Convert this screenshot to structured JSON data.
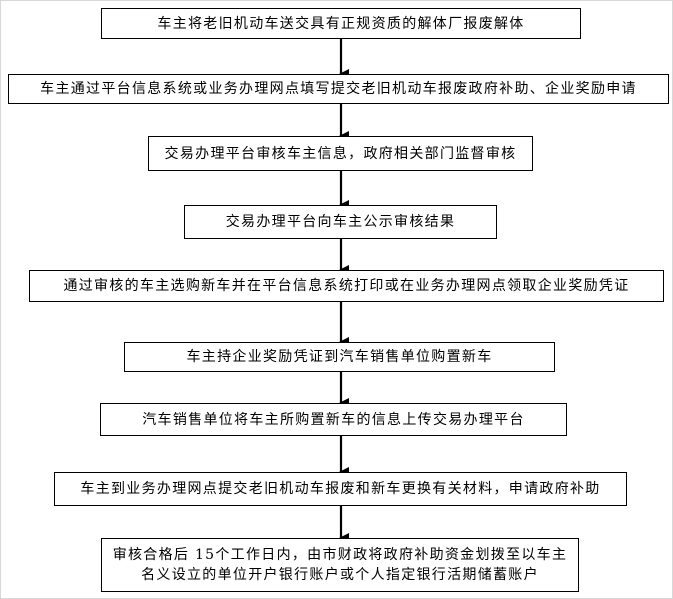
{
  "steps": [
    {
      "text": "车主将老旧机动车送交具有正规资质的解体厂报废解体"
    },
    {
      "text": "车主通过平台信息系统或业务办理网点填写提交老旧机动车报废政府补助、企业奖励申请"
    },
    {
      "text": "交易办理平台审核车主信息，政府相关部门监督审核"
    },
    {
      "text": "交易办理平台向车主公示审核结果"
    },
    {
      "text": "通过审核的车主选购新车并在平台信息系统打印或在业务办理网点领取企业奖励凭证"
    },
    {
      "text": "车主持企业奖励凭证到汽车销售单位购置新车"
    },
    {
      "text": "汽车销售单位将车主所购置新车的信息上传交易办理平台"
    },
    {
      "text": "车主到业务办理网点提交老旧机动车报废和新车更换有关材料，申请政府补助"
    },
    {
      "text": "审核合格后 15个工作日内，由市财政将政府补助资金划拨至以车主名义设立的单位开户银行账户或个人指定银行活期储蓄账户"
    }
  ]
}
